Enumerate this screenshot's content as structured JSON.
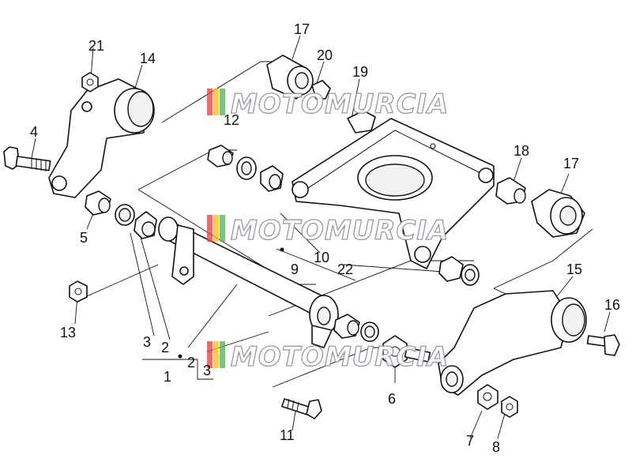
{
  "callouts": {
    "c1": "1",
    "c2a": "2",
    "c2b": "2",
    "c3a": "3",
    "c3b": "3",
    "c4": "4",
    "c5": "5",
    "c6": "6",
    "c7": "7",
    "c8": "8",
    "c9": "9",
    "c10": "10",
    "c11": "11",
    "c12": "12",
    "c13": "13",
    "c14": "14",
    "c15": "15",
    "c16": "16",
    "c17a": "17",
    "c17b": "17",
    "c18": "18",
    "c19": "19",
    "c20": "20",
    "c21": "21",
    "c22": "22"
  },
  "watermark": {
    "text": "MOTOMURCIA",
    "colors": [
      "#e6464a",
      "#f2c230",
      "#56b36a",
      "#4a90d9"
    ]
  }
}
